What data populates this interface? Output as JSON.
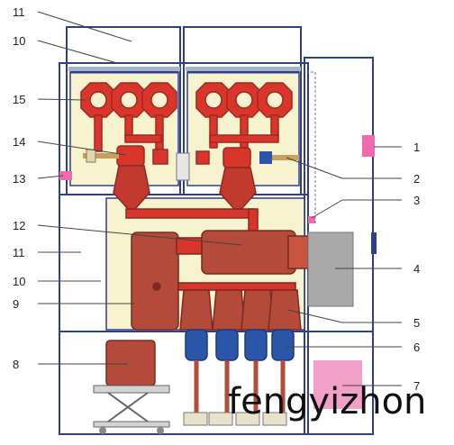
{
  "callouts_left": [
    "11",
    "10",
    "15",
    "14",
    "13",
    "12",
    "11",
    "10",
    "9",
    "8"
  ],
  "callouts_right": [
    "1",
    "2",
    "3",
    "4",
    "5",
    "6",
    "7"
  ],
  "watermark": "fengyizhon",
  "colors": {
    "frame": "#2f3f8f",
    "compartment_fill": "#f7f3cf",
    "busbar_red": "#d8352b",
    "component_brown": "#b44a3a",
    "cable_blue": "#2a55a8",
    "leader_line": "#444444",
    "device_gray": "#a9a9a9",
    "indicator_pink": "#f06ab0",
    "panel_pink": "#f2a0c8"
  }
}
